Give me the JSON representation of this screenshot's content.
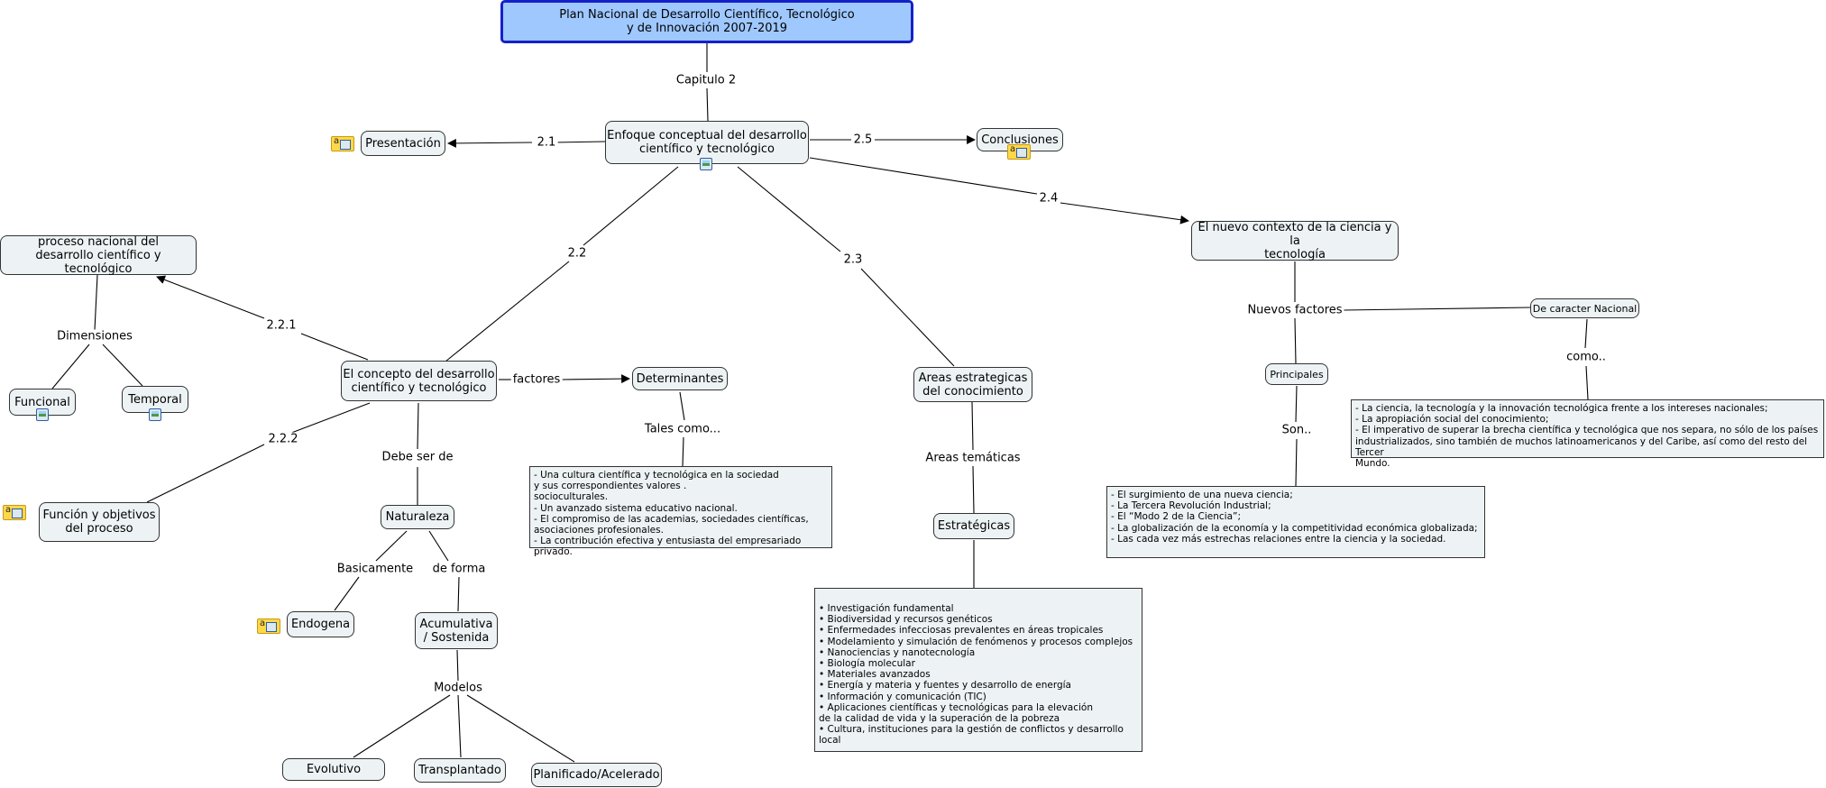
{
  "map": {
    "nodes": {
      "root": "Plan Nacional de Desarrollo Científico, Tecnológico\ny de Innovación 2007-2019",
      "enfoque": "Enfoque conceptual del desarrollo\ncientífico y tecnológico",
      "presentacion": "Presentación",
      "conclusiones": "Conclusiones",
      "nuevo_contexto": "El nuevo contexto de la ciencia y la\ntecnología",
      "proceso_nacional": "proceso nacional del\ndesarrollo científico y tecnológico",
      "funcional": "Funcional",
      "temporal": "Temporal",
      "concepto": "El concepto del desarrollo\ncientífico y tecnológico",
      "determinantes": "Determinantes",
      "funcion": "Función y objetivos\ndel proceso",
      "naturaleza": "Naturaleza",
      "endogena": "Endogena",
      "acumulativa": "Acumulativa\n/ Sostenida",
      "evolutivo": "Evolutivo",
      "transplantado": "Transplantado",
      "planificado": "Planificado/Acelerado",
      "areas": "Areas estrategicas\ndel conocimiento",
      "estrategicas": "Estratégicas",
      "principales": "Principales",
      "caracter_nacional": "De caracter Nacional"
    },
    "labels": {
      "capitulo2": "Capitulo 2",
      "l21": "2.1",
      "l25": "2.5",
      "l24": "2.4",
      "l22": "2.2",
      "l23": "2.3",
      "l221": "2.2.1",
      "l222": "2.2.2",
      "dimensiones": "Dimensiones",
      "factores": "factores",
      "tales_como": "Tales como...",
      "debe_ser_de": "Debe ser de",
      "basicamente": "Basicamente",
      "de_forma": "de forma",
      "modelos": "Modelos",
      "areas_tematicas": "Areas temáticas",
      "nuevos_factores": "Nuevos factores",
      "como": "como..",
      "son": "Son.."
    },
    "texts": {
      "determinantes_list": "- Una  cultura  científica  y  tecnológica en  la  sociedad\n   y  sus  correspondientes  valores .\nsocioculturales.\n- Un  avanzado  sistema  educativo  nacional.\n- El compromiso de las academias, sociedades científicas,\n   asociaciones profesionales.\n- La contribución efectiva y entusiasta del empresariado privado.",
      "estrategicas_list": "•  Investigación fundamental\n•  Biodiversidad y recursos genéticos\n•  Enfermedades infecciosas prevalentes en áreas tropicales\n•  Modelamiento y simulación de fenómenos y procesos complejos\n•  Nanociencias y nanotecnología\n•  Biología molecular\n•  Materiales avanzados\n•  Energía y materia y fuentes y desarrollo de energía\n•  Información y comunicación (TIC)\n•  Aplicaciones  científicas  y  tecnológicas  para  la  elevación\nde  la  calidad  de  vida  y  la  superación de la pobreza\n•  Cultura, instituciones para la gestión de conflictos y desarrollo local",
      "principales_list": "- El surgimiento de una nueva ciencia;\n- La Tercera Revolución  Industrial;\n- El  “Modo  2  de  la  Ciencia”;\n- La  globalización  de  la  economía  y  la competitividad económica globalizada;\n- Las cada vez más estrechas relaciones entre la ciencia y la sociedad.",
      "nacional_list": "- La ciencia, la tecnología y la innovación tecnológica frente a los intereses nacionales;\n- La apropiación social del conocimiento;\n- El imperativo de superar la brecha científica y tecnológica que nos separa, no sólo de los países\nindustrializados, sino también de muchos latinoamericanos y del Caribe, así como del resto del Tercer\nMundo."
    },
    "icons": [
      "image-icon",
      "note-attachment-icon"
    ]
  }
}
